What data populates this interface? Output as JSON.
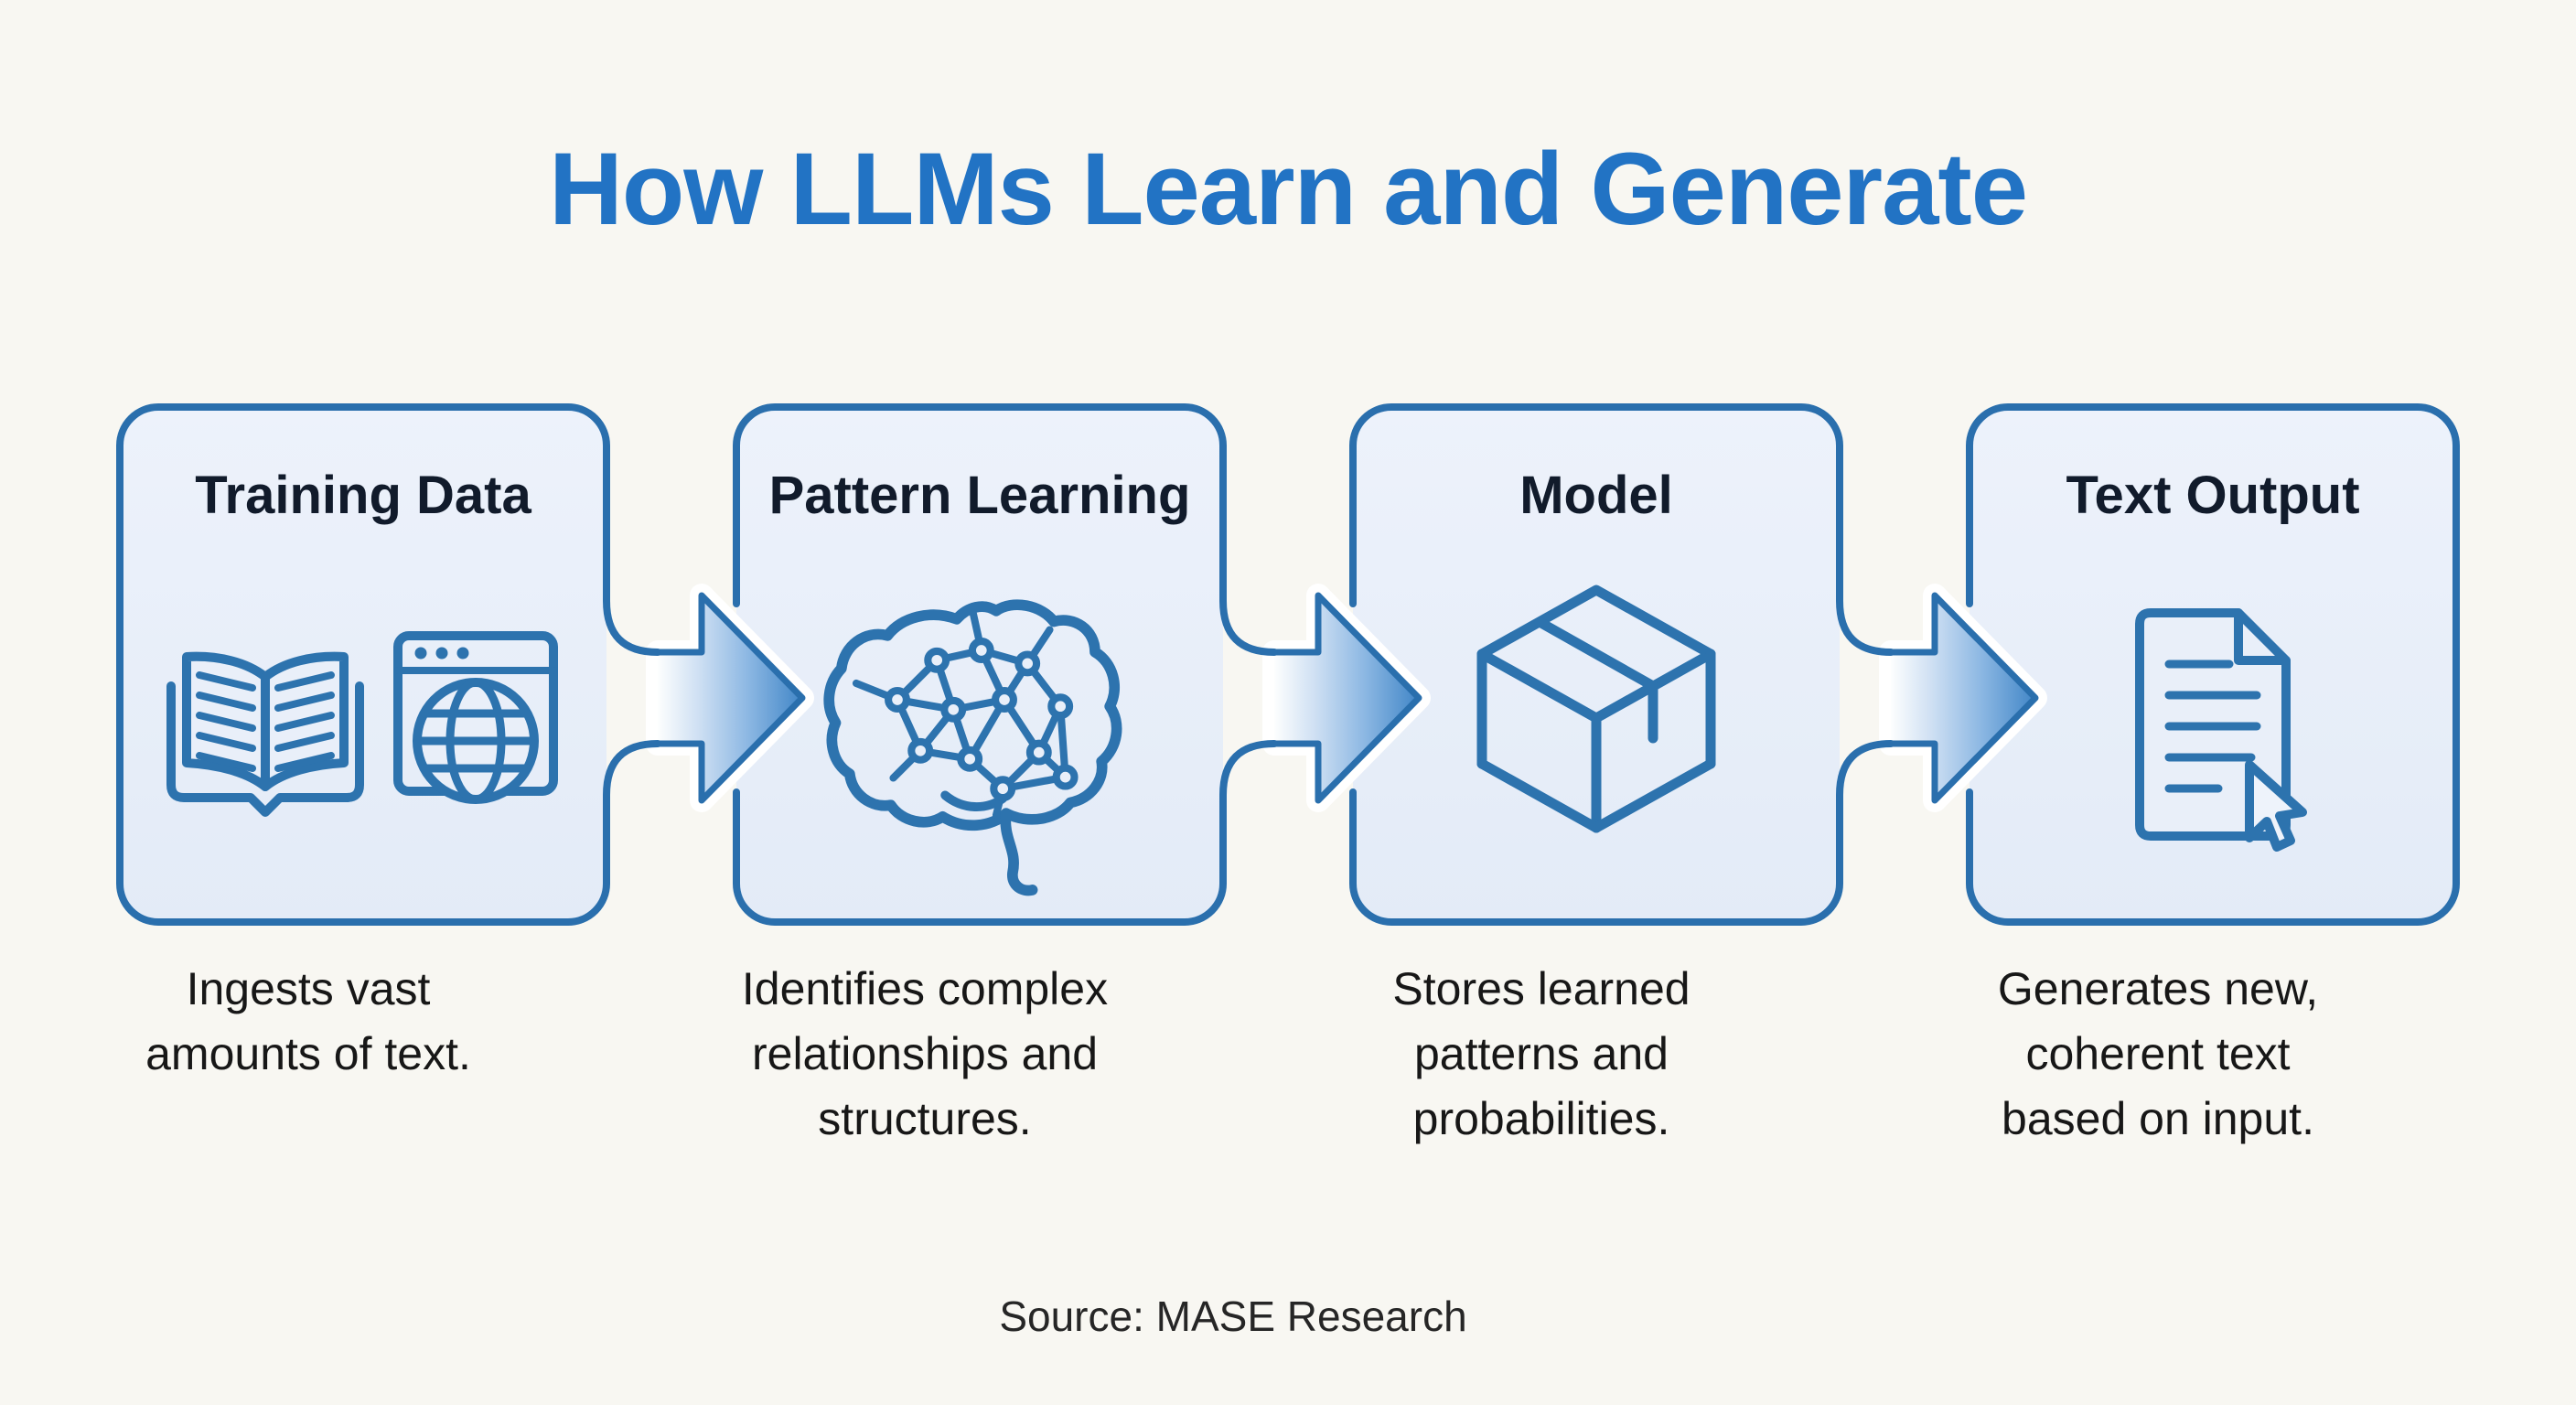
{
  "title": "How LLMs Learn and Generate",
  "source": "Source: MASE Research",
  "boxes": [
    {
      "title": "Training Data",
      "description": "Ingests vast\namounts of text.",
      "icons": [
        "open-book-icon",
        "browser-globe-icon"
      ]
    },
    {
      "title": "Pattern Learning",
      "description": "Identifies complex\nrelationships and\nstructures.",
      "icons": [
        "brain-network-icon"
      ]
    },
    {
      "title": "Model",
      "description": "Stores learned\npatterns and\nprobabilities.",
      "icons": [
        "package-box-icon"
      ]
    },
    {
      "title": "Text Output",
      "description": "Generates new,\ncoherent text\nbased on input.",
      "icons": [
        "document-cursor-icon"
      ]
    }
  ],
  "colors": {
    "background": "#f8f7f2",
    "title_blue": "#2273c4",
    "box_fill": "#e9eff9",
    "box_border": "#2a6fad",
    "box_title_text": "#111b2b",
    "description_text": "#171717",
    "icon_stroke": "#2d73ae",
    "arrow_gradient_start": "#fdfefe",
    "arrow_gradient_end": "#4186c7",
    "arrow_outline": "#2a6fad"
  }
}
